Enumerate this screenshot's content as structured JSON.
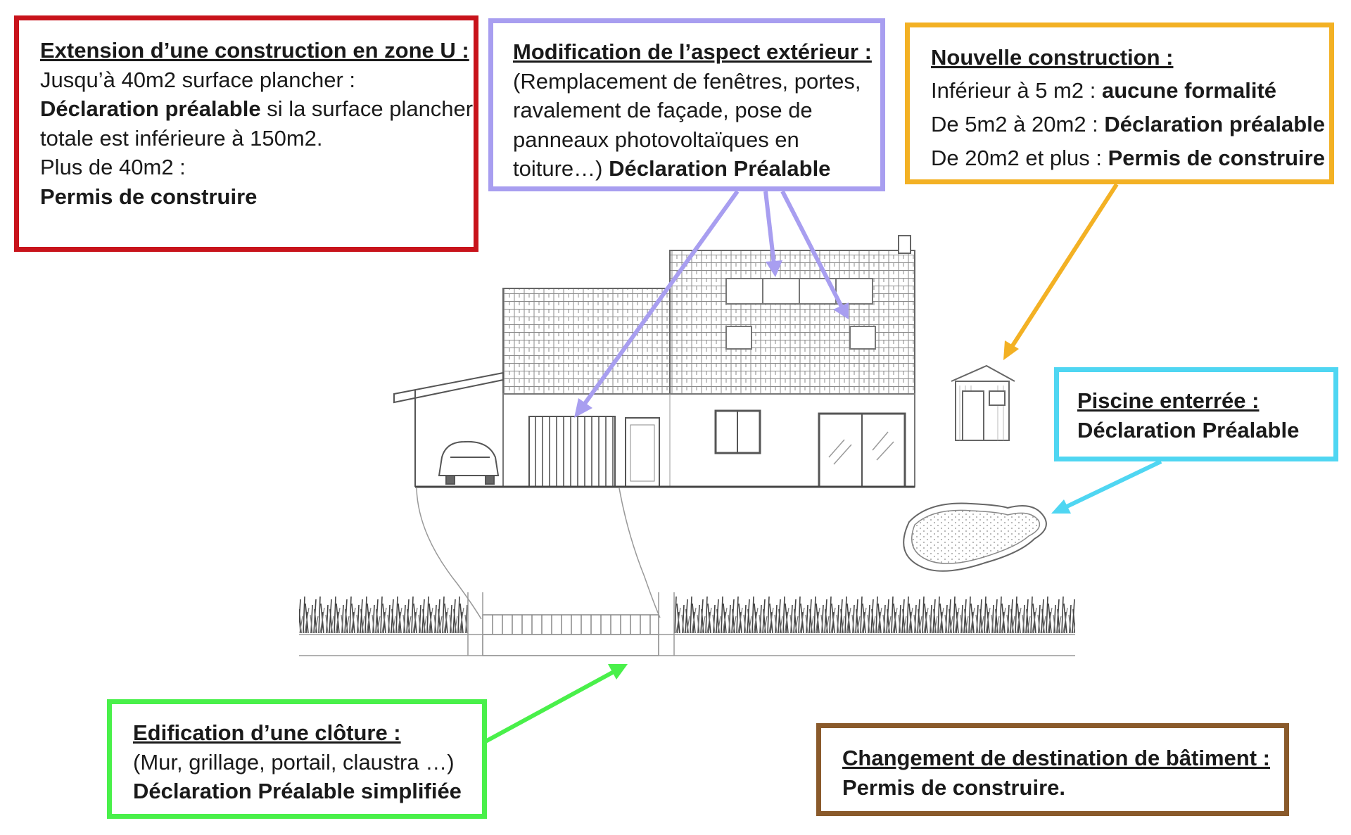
{
  "colors": {
    "extension": "#c8131b",
    "aspect": "#a89ef0",
    "nouvelle": "#f3b124",
    "piscine": "#4fd6f2",
    "cloture": "#49f04a",
    "changement": "#8a5a2b"
  },
  "boxes": {
    "extension": {
      "title": "Extension d’une construction en zone U :",
      "l1": "Jusqu’à 40m2 surface plancher :",
      "l2_bold": "Déclaration préalable",
      "l2_rest": " si la surface plancher",
      "l3": "totale est inférieure à 150m2.",
      "l4": "Plus de 40m2 :",
      "l5_bold": "Permis de construire"
    },
    "aspect": {
      "title": "Modification de l’aspect extérieur :",
      "l1": "(Remplacement de fenêtres, portes,",
      "l2": "ravalement de façade, pose de",
      "l3": "panneaux photovoltaïques en",
      "l4": "toiture…) ",
      "l4_bold": "Déclaration Préalable"
    },
    "nouvelle": {
      "title": "Nouvelle construction :",
      "l1": "Inférieur à 5 m2 : ",
      "l1_bold": "aucune formalité",
      "l2": "De 5m2 à 20m2 : ",
      "l2_bold": "Déclaration préalable",
      "l3": "De 20m2 et plus : ",
      "l3_bold": "Permis de construire"
    },
    "piscine": {
      "title": "Piscine enterrée :",
      "l1_bold": "Déclaration Préalable"
    },
    "cloture": {
      "title": "Edification d’une clôture :",
      "l1": "(Mur, grillage, portail, claustra …)",
      "l2_bold": "Déclaration Préalable simplifiée"
    },
    "changement": {
      "title": "Changement de destination de bâtiment :",
      "l1_bold": "Permis de construire."
    }
  }
}
